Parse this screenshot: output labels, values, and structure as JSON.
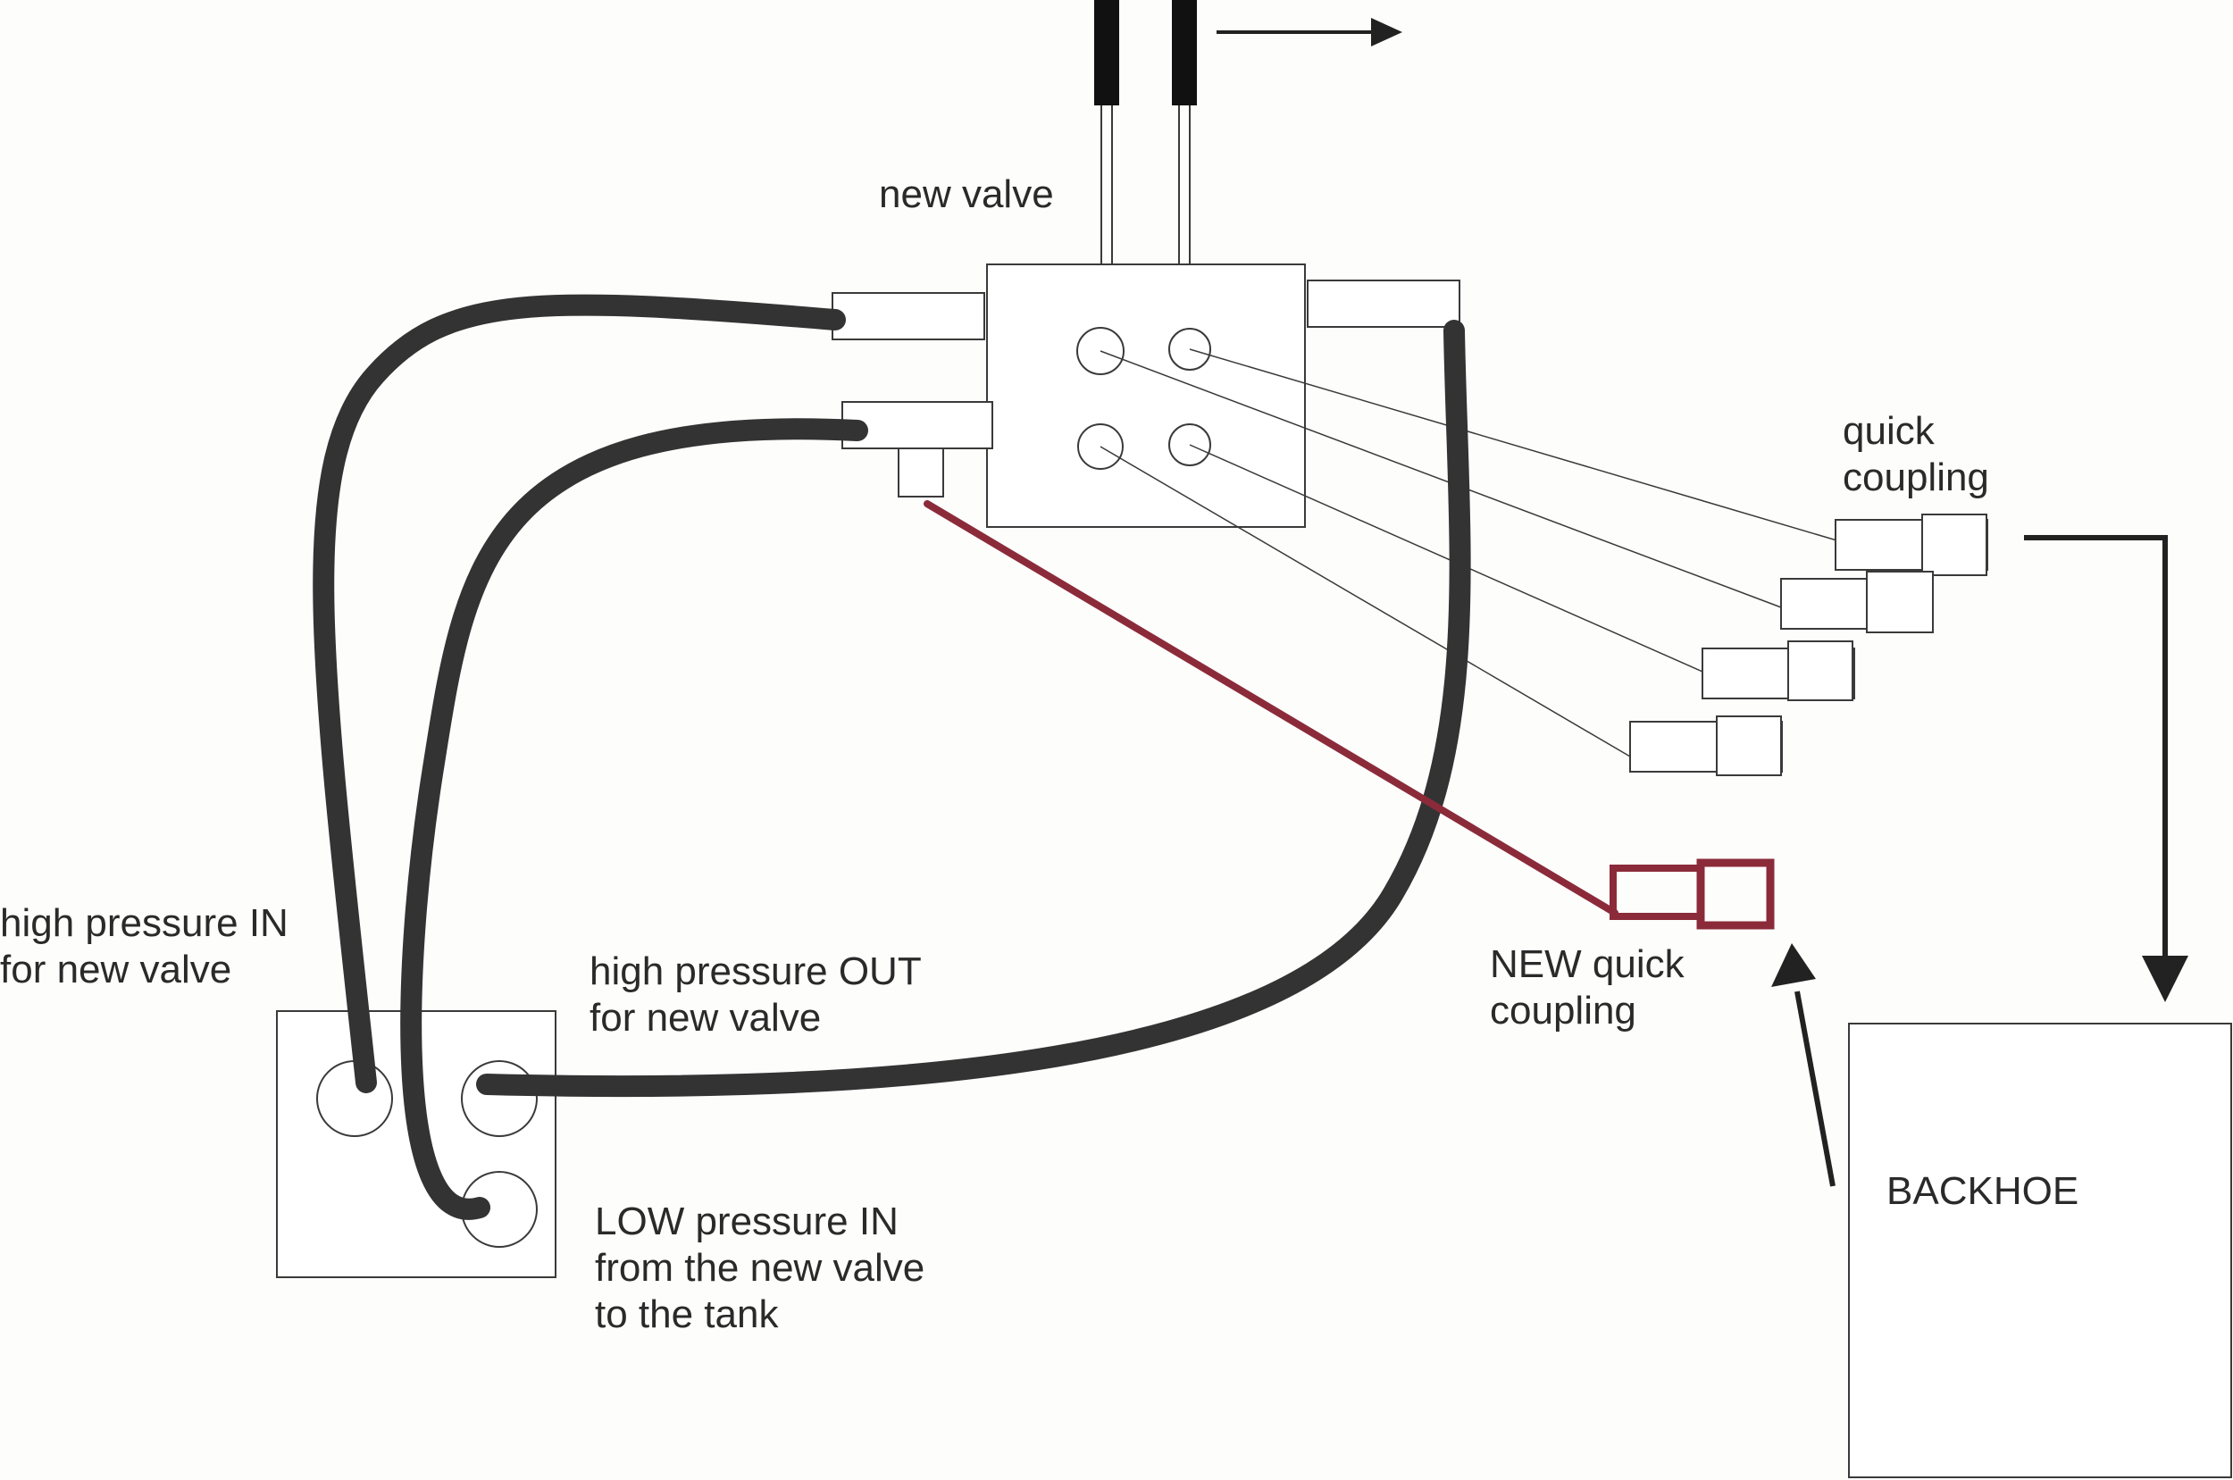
{
  "labels": {
    "new_valve": "new valve",
    "quick_coupling": [
      "quick",
      "coupling"
    ],
    "high_pressure_in": [
      "high pressure IN",
      "for new valve"
    ],
    "high_pressure_out": [
      "high pressure OUT",
      "for new valve"
    ],
    "low_pressure_in": [
      "LOW  pressure IN",
      "from the new valve",
      "to the tank"
    ],
    "new_quick_coupling": [
      "NEW quick",
      "coupling"
    ],
    "backhoe": "BACKHOE"
  },
  "colors": {
    "hose": "#333333",
    "new_line": "#8b2b3a",
    "outline": "#3a3a3a",
    "text": "#2a2a2a"
  }
}
